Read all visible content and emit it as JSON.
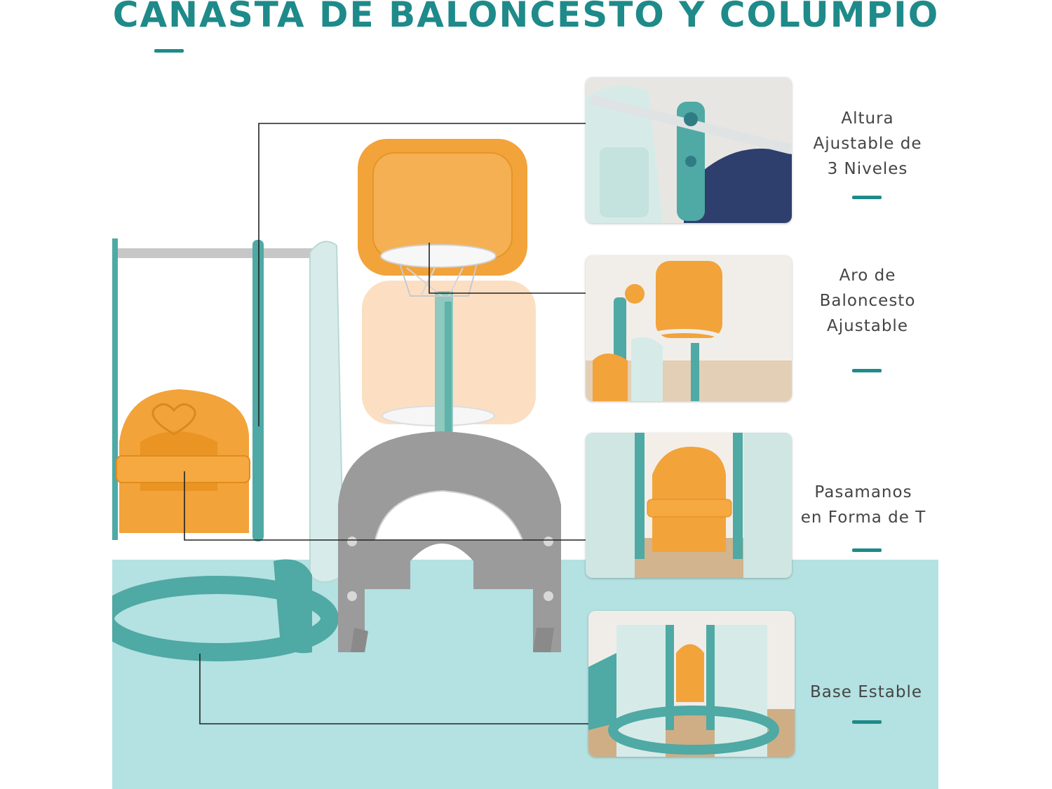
{
  "title": "CANASTA DE BALONCESTO Y COLUMPIO",
  "features": [
    {
      "lines": [
        "Altura",
        "Ajustable de",
        "3 Niveles"
      ]
    },
    {
      "lines": [
        "Aro de",
        "Baloncesto",
        "Ajustable"
      ]
    },
    {
      "lines": [
        "Pasamanos",
        "en Forma de T"
      ]
    },
    {
      "lines": [
        "Base Estable"
      ]
    }
  ],
  "colors": {
    "accent": "#1f8a8a",
    "floor": "#b4e1e1",
    "orange": "#f2a33a",
    "teal": "#4fa9a4",
    "grey": "#9a9a9a",
    "mint": "#d7ecea"
  }
}
